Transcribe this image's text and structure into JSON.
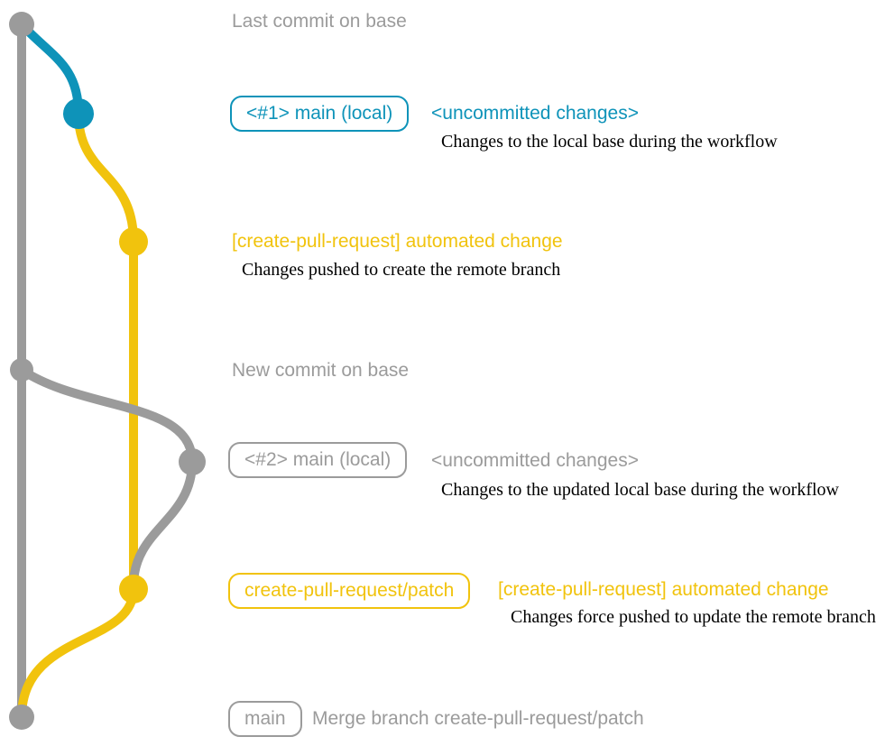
{
  "colors": {
    "gray": "#9b9b9b",
    "blue": "#0e93b9",
    "yellow": "#f1c30d",
    "annotation": "#000000",
    "background": "#ffffff"
  },
  "rows": [
    {
      "message": "Last commit on base"
    },
    {
      "branch_label": "<#1> main (local)",
      "message": "<uncommitted changes>",
      "annotation": "Changes to the local base during the workflow"
    },
    {
      "message": "[create-pull-request] automated change",
      "annotation": "Changes pushed to create the remote branch"
    },
    {
      "message": "New commit on base"
    },
    {
      "branch_label": "<#2> main (local)",
      "message": "<uncommitted changes>",
      "annotation": "Changes to the updated local base during the workflow"
    },
    {
      "branch_label": "create-pull-request/patch",
      "message": "[create-pull-request] automated change",
      "annotation": "Changes force pushed to update the remote branch"
    },
    {
      "branch_label": "main",
      "message": "Merge branch create-pull-request/patch"
    }
  ]
}
